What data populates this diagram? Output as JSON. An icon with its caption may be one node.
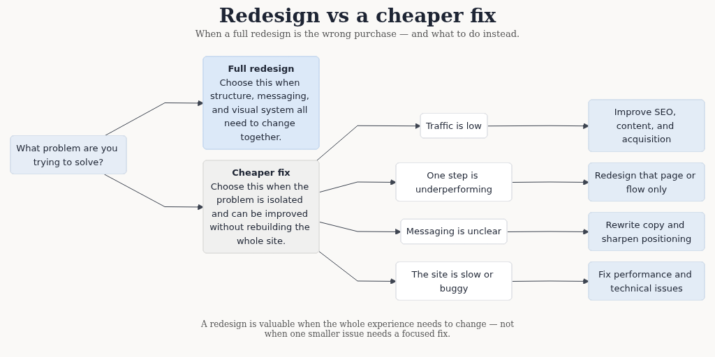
{
  "diagram": {
    "title": "Redesign vs a cheaper fix",
    "nodes": [
      {
        "text": [
          "What problem are you trying to solve?"
        ]
      },
      {
        "text": [
          "Full redesign",
          "Choose this when structure, messaging, and visual system all need to change together."
        ]
      },
      {
        "text": [
          "Cheaper fix",
          "Choose this when the problem is isolated and can be improved without rebuilding the whole site."
        ]
      },
      {
        "text": [
          "Traffic is low"
        ]
      },
      {
        "text": [
          "One step is underperforming"
        ]
      },
      {
        "text": [
          "Messaging is unclear"
        ]
      },
      {
        "text": [
          "The site is slow or buggy"
        ]
      },
      {
        "text": [
          "Improve SEO, content, and acquisition"
        ]
      },
      {
        "text": [
          "Redesign that page or flow only"
        ]
      },
      {
        "text": [
          "Rewrite copy and sharpen positioning"
        ]
      },
      {
        "text": [
          "Fix performance and technical issues"
        ]
      }
    ],
    "edges": [
      {
        "from": 0,
        "to": 1,
        "arrow": "to"
      },
      {
        "from": 0,
        "to": 2,
        "arrow": "to"
      },
      {
        "from": 2,
        "to": 3,
        "arrow": "to"
      },
      {
        "from": 2,
        "to": 4,
        "arrow": "to"
      },
      {
        "from": 2,
        "to": 5,
        "arrow": "to"
      },
      {
        "from": 2,
        "to": 6,
        "arrow": "to"
      },
      {
        "from": 3,
        "to": 7,
        "arrow": "to"
      },
      {
        "from": 4,
        "to": 8,
        "arrow": "to"
      },
      {
        "from": 5,
        "to": 9,
        "arrow": "to"
      },
      {
        "from": 6,
        "to": 10,
        "arrow": "to"
      }
    ],
    "labels": [
      "When a full redesign is the wrong purchase — and what to do instead.",
      "A redesign is valuable when the whole experience needs to change — not when one smaller issue needs a focused fix."
    ]
  }
}
